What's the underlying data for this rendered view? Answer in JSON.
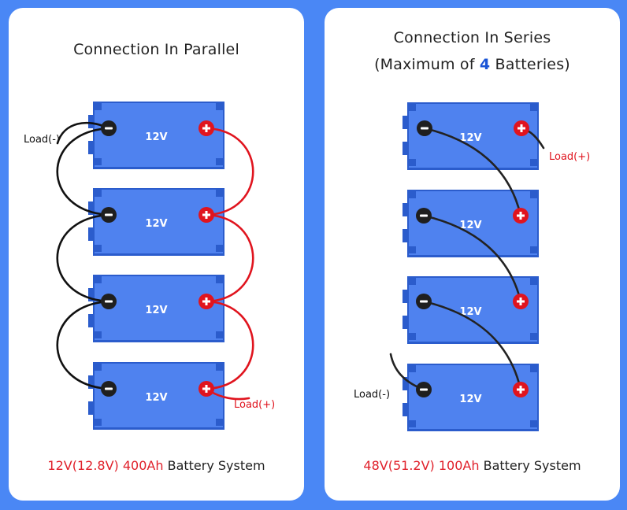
{
  "colors": {
    "background": "#4a87f5",
    "panel": "#ffffff",
    "battery_body": "#4f82ef",
    "battery_edge": "#2b5ccc",
    "negative_terminal": "#1f1f1f",
    "positive_terminal": "#e0141e",
    "wire_negative": "#111111",
    "wire_positive": "#e0141e",
    "highlight_text": "#e0202a",
    "accent_number": "#1a54d6"
  },
  "parallel": {
    "title": "Connection In Parallel",
    "batteries": [
      {
        "voltage_label": "12V",
        "neg_symbol": "−",
        "pos_symbol": "+"
      },
      {
        "voltage_label": "12V",
        "neg_symbol": "−",
        "pos_symbol": "+"
      },
      {
        "voltage_label": "12V",
        "neg_symbol": "−",
        "pos_symbol": "+"
      },
      {
        "voltage_label": "12V",
        "neg_symbol": "−",
        "pos_symbol": "+"
      }
    ],
    "load_negative_label": "Load(-)",
    "load_positive_label": "Load(+)",
    "footer_highlight": "12V(12.8V) 400Ah",
    "footer_rest": " Battery System"
  },
  "series": {
    "title_line1": "Connection In Series",
    "title_line2_prefix": "(Maximum of ",
    "title_line2_number": "4",
    "title_line2_suffix": " Batteries)",
    "batteries": [
      {
        "voltage_label": "12V",
        "neg_symbol": "−",
        "pos_symbol": "+"
      },
      {
        "voltage_label": "12V",
        "neg_symbol": "−",
        "pos_symbol": "+"
      },
      {
        "voltage_label": "12V",
        "neg_symbol": "−",
        "pos_symbol": "+"
      },
      {
        "voltage_label": "12V",
        "neg_symbol": "−",
        "pos_symbol": "+"
      }
    ],
    "load_negative_label": "Load(-)",
    "load_positive_label": "Load(+)",
    "footer_highlight": "48V(51.2V) 100Ah",
    "footer_rest": " Battery System"
  }
}
